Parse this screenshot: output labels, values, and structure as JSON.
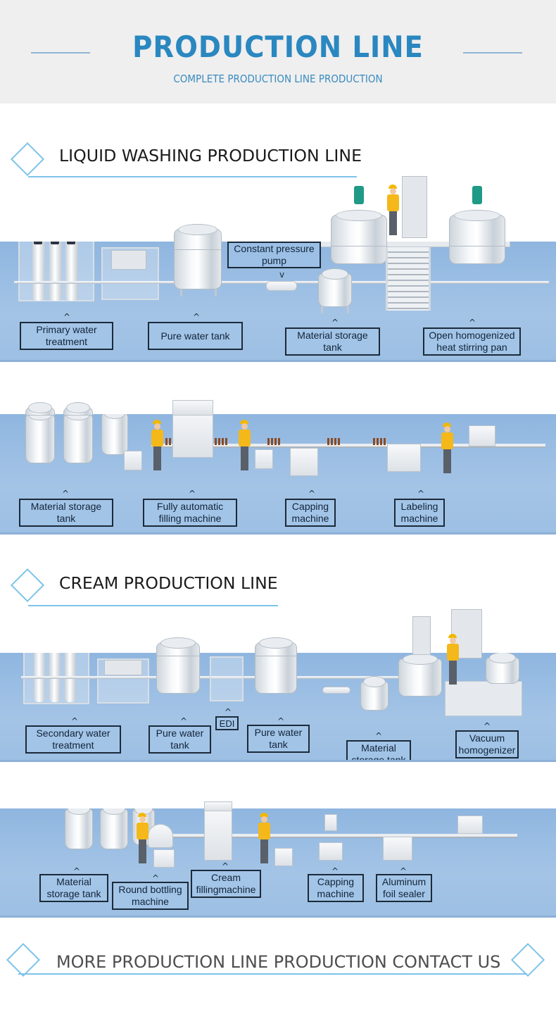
{
  "header": {
    "title": "PRODUCTION LINE",
    "subtitle": "COMPLETE PRODUCTION LINE PRODUCTION"
  },
  "sections": [
    {
      "title": "LIQUID WASHING PRODUCTION LINE",
      "icon": "diamond-outline-icon",
      "rows": [
        {
          "labels": [
            "Primary water treatment",
            "Pure water tank",
            "Constant pressure pump",
            "Material storage tank",
            "Open homogenized heat stirring pan"
          ]
        },
        {
          "labels": [
            "Material storage tank",
            "Fully automatic filling machine",
            "Capping machine",
            "Labeling machine"
          ]
        }
      ]
    },
    {
      "title": "CREAM PRODUCTION LINE",
      "icon": "diamond-outline-icon",
      "rows": [
        {
          "labels": [
            "Secondary water treatment",
            "Pure water tank",
            "EDI",
            "Pure water tank",
            "Material storage tank",
            "Vacuum homogenizer"
          ]
        },
        {
          "labels": [
            "Material storage tank",
            "Round bottling machine",
            "Cream fillingmachine",
            "Capping machine",
            "Aluminum foil sealer"
          ]
        }
      ]
    }
  ],
  "pointer_up": "^",
  "pointer_down": "v",
  "footer": {
    "text": "MORE PRODUCTION LINE PRODUCTION CONTACT US"
  },
  "colors": {
    "brand_blue": "#2a87c0",
    "accent_light_blue": "#7ec3ea",
    "band_blue": "#a4c4e6"
  }
}
